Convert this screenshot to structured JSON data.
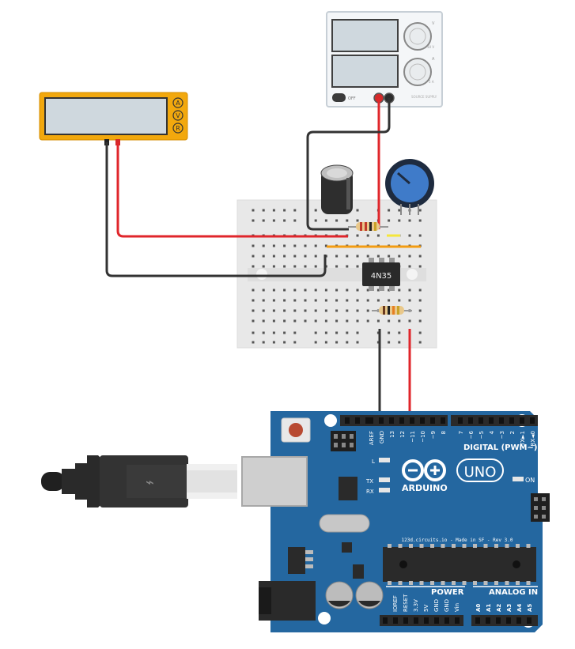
{
  "multimeter": {
    "modes": [
      "A",
      "V",
      "R"
    ]
  },
  "power_supply": {
    "voltage_dial_label": "V",
    "voltage_dial_max": "30 V",
    "current_dial_label": "A",
    "current_dial_max": "5 A",
    "off_label": "OFF",
    "brand": "SOURCE SUPPLY"
  },
  "breadboard": {
    "ic_label": "4N35"
  },
  "arduino": {
    "logo_symbol": "⊖⊕",
    "brand_text": "ARDUINO",
    "model_text": "UNO",
    "on_label": "ON",
    "l_label": "L",
    "tx_label": "TX",
    "rx_label": "RX",
    "digital_label": "DIGITAL (PWM~)",
    "power_label": "POWER",
    "analog_label": "ANALOG IN",
    "footer_text": "123d.circuits.io - Made in SF - Rev 3.0",
    "top_pins": [
      "AREF",
      "GND",
      "13",
      "12",
      "~11",
      "~10",
      "~9",
      "8",
      "7",
      "~6",
      "~5",
      "4",
      "~3",
      "2",
      "TX►1",
      "RX◄0"
    ],
    "power_pins": [
      "IOREF",
      "RESET",
      "3.3V",
      "5V",
      "GND",
      "GND",
      "Vin"
    ],
    "analog_pins": [
      "A0",
      "A1",
      "A2",
      "A3",
      "A4",
      "A5"
    ]
  },
  "colors": {
    "wire_red": "#e0262b",
    "wire_black": "#333333",
    "wire_orange": "#f39c12",
    "wire_yellow": "#f5e63b",
    "board_blue": "#2467a0",
    "multimeter_yellow": "#f2a80d"
  }
}
